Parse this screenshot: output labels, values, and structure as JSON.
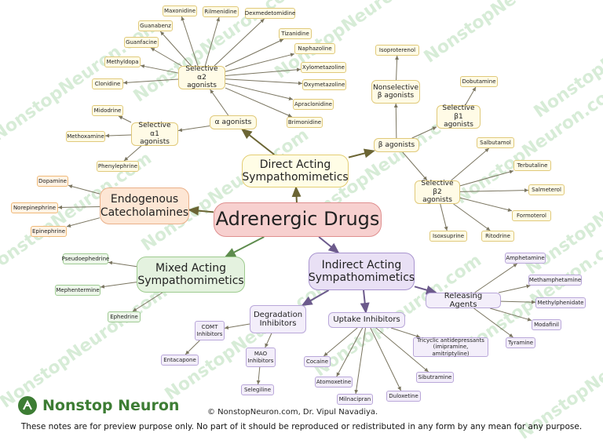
{
  "watermark": "NonstopNeuron.com",
  "central": "Adrenergic Drugs",
  "nodes": {
    "direct": "Direct Acting\nSympathomimetics",
    "endogenous": "Endogenous\nCatecholamines",
    "mixed": "Mixed Acting\nSympathomimetics",
    "indirect": "Indirect Acting\nSympathomimetics",
    "alpha": "α agonists",
    "beta": "β agonists",
    "alpha2": "Selective\nα2 agonists",
    "alpha1": "Selective\nα1 agonists",
    "nonsel_beta": "Nonselective\nβ agonists",
    "beta1": "Selective\nβ1 agonists",
    "beta2": "Selective\nβ2 agonists",
    "degradation": "Degradation\nInhibitors",
    "uptake": "Uptake Inhibitors",
    "releasing": "Releasing Agents",
    "comt": "COMT\nInhibitors",
    "mao": "MAO\nInhibitors"
  },
  "drugs": {
    "maxonidine": "Maxonidine",
    "rilmenidine": "Rilmenidine",
    "dexmedetomidine": "Dexmedetomidine",
    "guanabenz": "Guanabenz",
    "tizanidine": "Tizanidine",
    "guanfacine": "Guanfacine",
    "naphazoline": "Naphazoline",
    "methyldopa": "Methyldopa",
    "xylometazoline": "Xylometazoline",
    "clonidine": "Clonidine",
    "oxymetazoline": "Oxymetazoline",
    "apraclonidine": "Apraclonidine",
    "brimonidine": "Brimonidine",
    "midodrine": "Midodrine",
    "methoxamine": "Methoxamine",
    "phenylephrine": "Phenylephrine",
    "isoproterenol": "Isoproterenol",
    "dobutamine": "Dobutamine",
    "salbutamol": "Salbutamol",
    "terbutaline": "Terbutaline",
    "salmeterol": "Salmeterol",
    "formoterol": "Formoterol",
    "isoxsuprine": "Isoxsuprine",
    "ritodrine": "Ritodrine",
    "dopamine": "Dopamine",
    "norepinephrine": "Norepinephrine",
    "epinephrine": "Epinephrine",
    "pseudoephedrine": "Pseudoephedrine",
    "mephentermine": "Mephentermine",
    "ephedrine": "Ephedrine",
    "entacapone": "Entacapone",
    "selegiline": "Selegiline",
    "cocaine": "Cocaine",
    "atomoxetine": "Atomoxetine",
    "milnacipran": "Milnacipran",
    "duloxetine": "Duloxetine",
    "sibutramine": "Sibutramine",
    "tca": "Tricyclic antidepressants\n(imipramine, amitriptyline)",
    "amphetamine": "Amphetamine",
    "methamphetamine": "Methamphetamine",
    "methylphenidate": "Methylphenidate",
    "modafinil": "Modafinil",
    "tyramine": "Tyramine"
  },
  "colors": {
    "arrow_main": "#6b6534",
    "arrow_green": "#5e8c4e",
    "arrow_purple": "#6c5a8c",
    "arrow_leaf": "#7a7560",
    "brand_green": "#3d7d34"
  },
  "footer": {
    "brand": "Nonstop Neuron",
    "copyright": "© NonstopNeuron.com, Dr. Vipul Navadiya.",
    "disclaimer": "These notes are for preview purpose only. No part of it should be reproduced or redistributed in any form by any mean for any purpose."
  }
}
